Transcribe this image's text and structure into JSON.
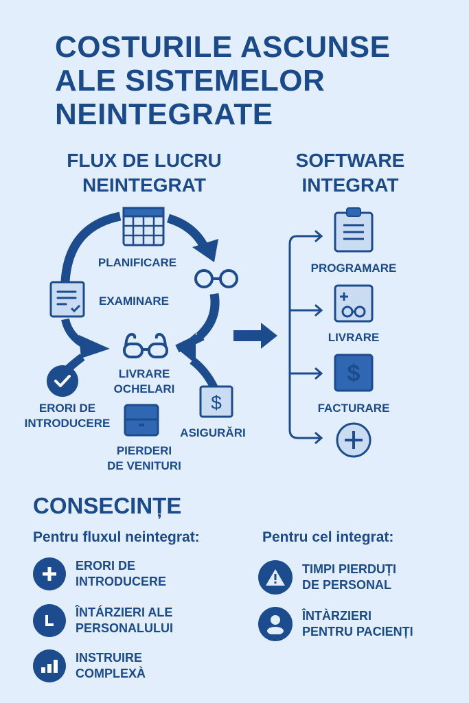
{
  "title": {
    "line1": "COSTURILE ASCUNSE",
    "line2": "ALE SISTEMELOR",
    "line3": "NEINTEGRATE"
  },
  "left_column": {
    "heading_line1": "FLUX DE LUCRU",
    "heading_line2": "NEINTEGRAT",
    "nodes": [
      {
        "label": "PLANIFICARE",
        "icon": "calendar-icon"
      },
      {
        "label": "EXAMINARE",
        "icon": "document-check-icon"
      },
      {
        "label_line1": "LIVRARE",
        "label_line2": "OCHELARI",
        "icon": "glasses-icon"
      },
      {
        "label_line1": "ERORI DE",
        "label_line2": "INTRODUCERE",
        "icon": "check-circle-icon"
      },
      {
        "label": "ASIGURĂRI",
        "icon": "dollar-icon"
      },
      {
        "label_line1": "PIERDERI",
        "label_line2": "DE VENITURI",
        "icon": "drawer-icon"
      }
    ],
    "extra_icon": "round-glasses-icon"
  },
  "transition_arrow": "right-arrow-icon",
  "right_column": {
    "heading_line1": "SOFTWARE",
    "heading_line2": "INTEGRAT",
    "nodes": [
      {
        "label": "PROGRAMARE",
        "icon": "clipboard-icon"
      },
      {
        "label": "LIVRARE",
        "icon": "medical-glasses-icon"
      },
      {
        "label": "FACTURARE",
        "icon": "dollar-icon"
      },
      {
        "label": "",
        "icon": "plus-circle-icon"
      }
    ]
  },
  "consequences": {
    "title": "CONSECINȚE",
    "non_integrated": {
      "heading": "Pentru fluxul neintegrat:",
      "items": [
        {
          "line1": "ERORI DE",
          "line2": "INTRODUCERE",
          "icon": "plus-icon"
        },
        {
          "line1": "ÎNTÁRZIERI ALE",
          "line2": "PERSONALULUI",
          "icon": "clock-icon"
        },
        {
          "line1": "INSTRUIRE",
          "line2": "COMPLEXÀ",
          "icon": "bar-chart-icon"
        }
      ]
    },
    "integrated": {
      "heading": "Pentru cel integrat:",
      "items": [
        {
          "line1": "TIMPI PIERDUȚI",
          "line2": "DE PERSONAL",
          "icon": "warning-icon"
        },
        {
          "line1": "ÎNTÀRZIERI",
          "line2": "PENTRU PACIENȚI",
          "icon": "user-icon"
        }
      ]
    }
  },
  "colors": {
    "background": "#e2eefb",
    "primary": "#1b4a8a",
    "icon_fill_light": "#c9dcf2",
    "icon_fill_mid": "#2f67b3"
  }
}
